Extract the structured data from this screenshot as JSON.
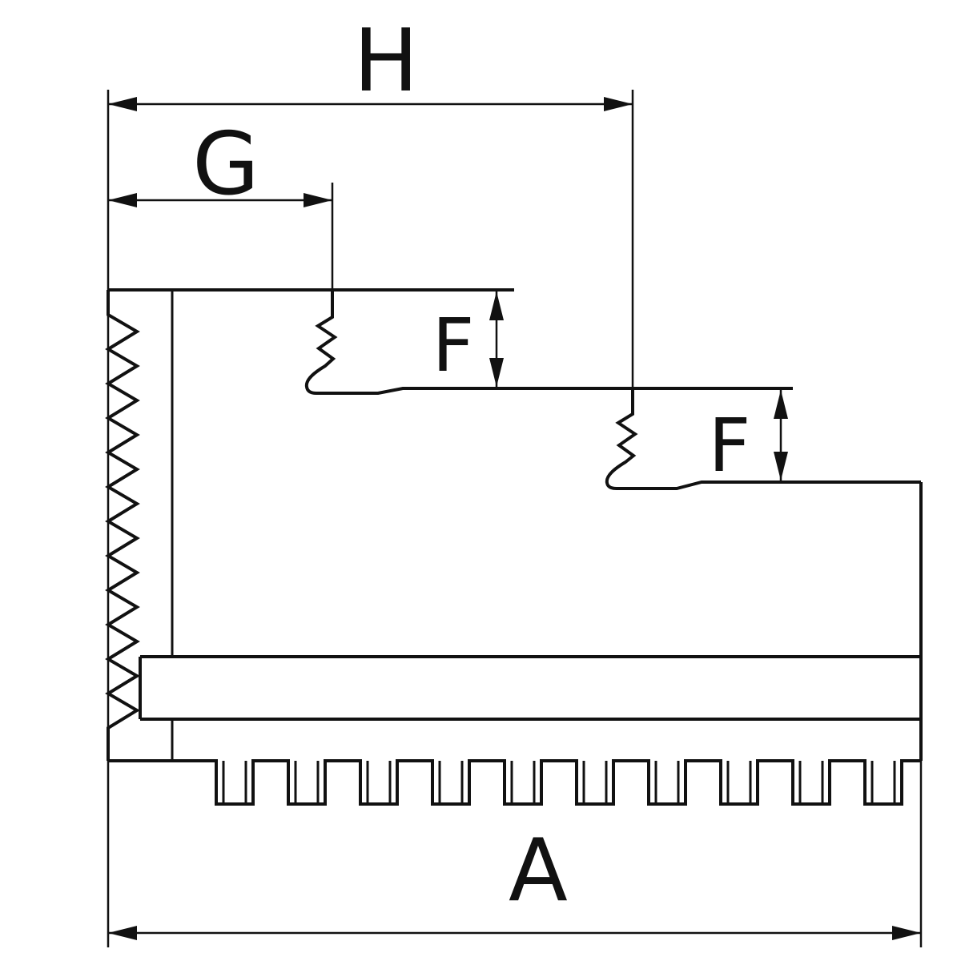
{
  "drawing": {
    "background_color": "#ffffff",
    "line_color": "#111111"
  },
  "dimensions": {
    "top_width": {
      "label": "H"
    },
    "first_step_width": {
      "label": "G"
    },
    "first_step_height": {
      "label": "F"
    },
    "second_step_height": {
      "label": "F"
    },
    "overall_width": {
      "label": "A"
    }
  }
}
